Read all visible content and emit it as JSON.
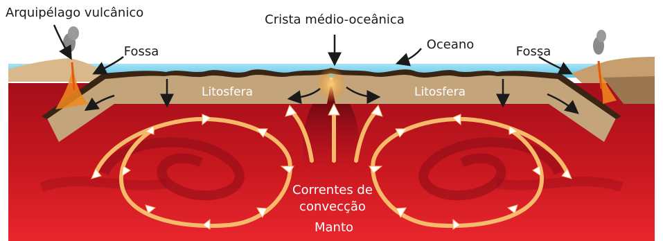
{
  "labels": {
    "archipelago": "Arquipélago vulcânico",
    "ridge": "Crista médio-oceânica",
    "ocean": "Oceano",
    "trench_left": "Fossa",
    "trench_right": "Fossa",
    "lithosphere_left": "Litosfera",
    "lithosphere_right": "Litosfera",
    "convection_line1": "Correntes de",
    "convection_line2": "convecção",
    "mantle": "Manto"
  },
  "colors": {
    "mantle_top": "#b3121f",
    "mantle_bottom": "#e8272f",
    "lithosphere": "#c4a47a",
    "crust_dark": "#3a2414",
    "ocean": "#7fd3ee",
    "current": "#f7b96a",
    "magma": "#f08a1e"
  }
}
